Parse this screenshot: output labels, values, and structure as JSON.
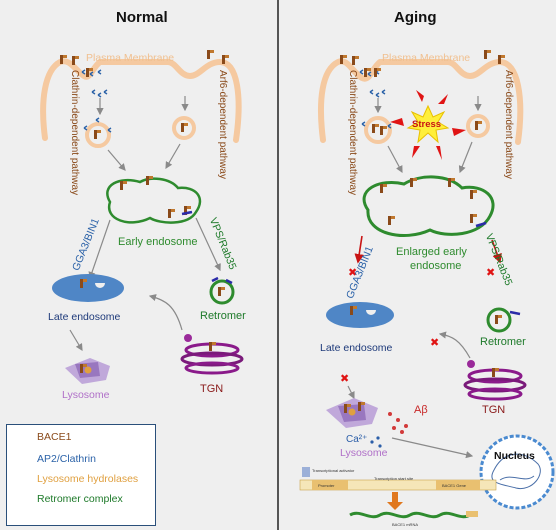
{
  "panels": {
    "normal": {
      "title": "Normal",
      "plasma_membrane": "Plasma Membrane",
      "clathrin_pathway": "Clathrin-dependent pathway",
      "arf6_pathway": "Arf6-dependent pathway",
      "early_endosome": "Early endosome",
      "gga3": "GGA3/BIN1",
      "vps": "VPS/Rab35",
      "late_endosome": "Late endosome",
      "retromer": "Retromer",
      "tgn": "TGN",
      "lysosome": "Lysosome"
    },
    "aging": {
      "title": "Aging",
      "plasma_membrane": "Plasma Membrane",
      "clathrin_pathway": "Clathrin-dependent pathway",
      "arf6_pathway": "Arf6-dependent pathway",
      "stress": "Stress",
      "enlarged_early_endosome_line1": "Enlarged early",
      "enlarged_early_endosome_line2": "endosome",
      "gga3": "GGA3/BIN1",
      "vps": "VPS/Rab35",
      "late_endosome": "Late endosome",
      "retromer": "Retromer",
      "tgn": "TGN",
      "abeta": "Aβ",
      "calcium": "Ca²⁺",
      "lysosome": "Lysosome",
      "nucleus": "Nucleus",
      "gene_labels": {
        "transcriptional_activator": "Transcriptional activator",
        "promoter": "Promoter",
        "transcription_start_site": "Transcription start site",
        "bace1_gene": "BACE1 Gene",
        "bace1_mrna": "BACE1 mRNA"
      }
    }
  },
  "legend": [
    {
      "label": "BACE1",
      "icon": "bace1-icon",
      "color": "#8a4a1a"
    },
    {
      "label": "AP2/Clathrin",
      "icon": "clathrin-icon",
      "color": "#2b62a8"
    },
    {
      "label": "Lysosome hydrolases",
      "icon": "hydrolase-icon",
      "color": "#e0a040"
    },
    {
      "label": "Retromer complex",
      "icon": "retromer-icon",
      "color": "#1e7a2a"
    }
  ],
  "colors": {
    "membrane": "#f5c9a0",
    "endosome_outline": "#2e8b2e",
    "late_endosome_fill": "#4f86c6",
    "tgn": "#7a1a7a",
    "stress": "#e01414",
    "background": "#efefef"
  }
}
